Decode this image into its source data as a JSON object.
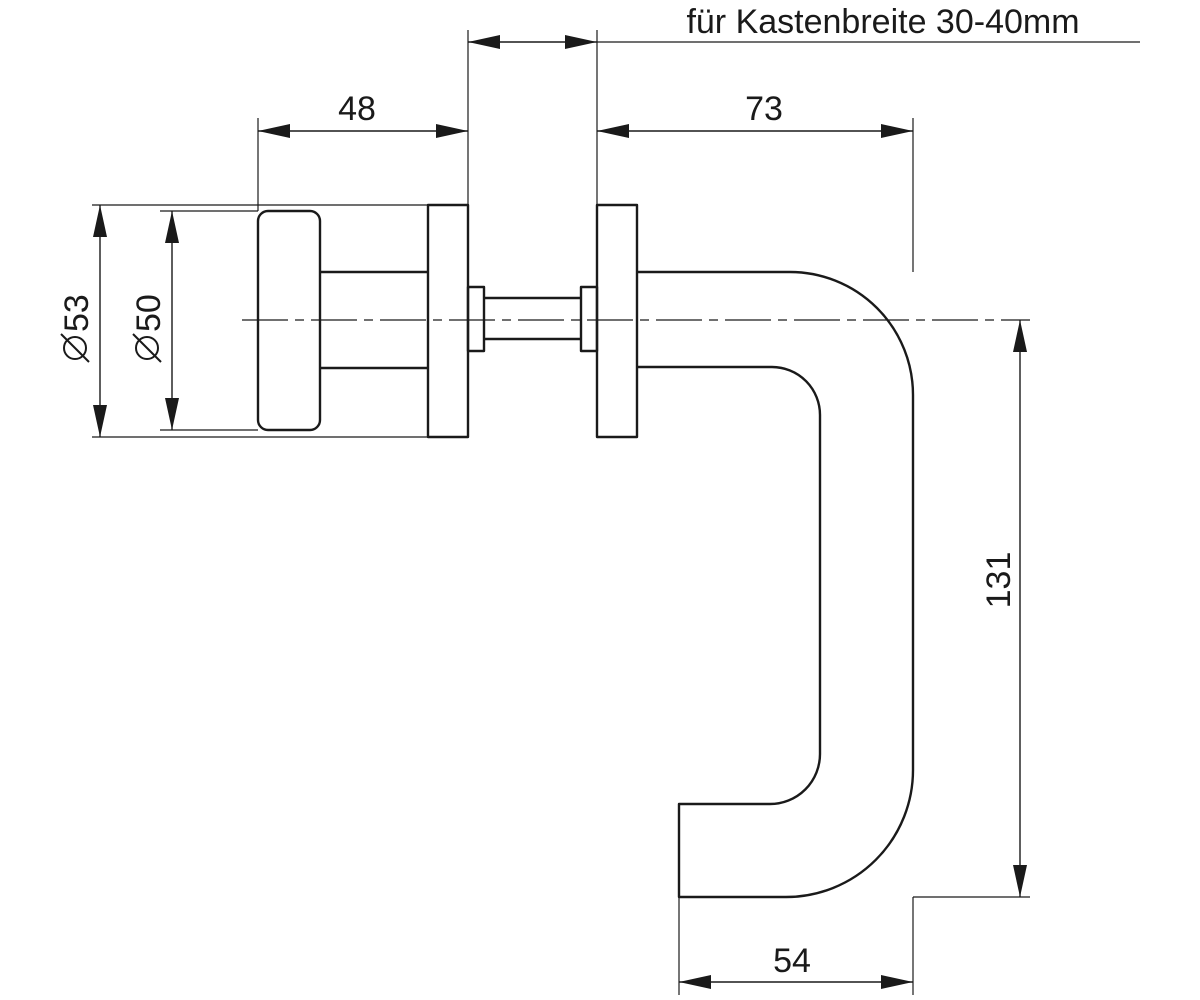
{
  "note": "für Kastenbreite 30-40mm",
  "dimensions": {
    "rose_rosette_depth": "48",
    "handle_projection": "73",
    "handle_drop": "131",
    "handle_return": "54",
    "outer_diameter": "53",
    "inner_diameter": "50"
  },
  "icons": {
    "diameter_symbol": "diameter-icon"
  }
}
